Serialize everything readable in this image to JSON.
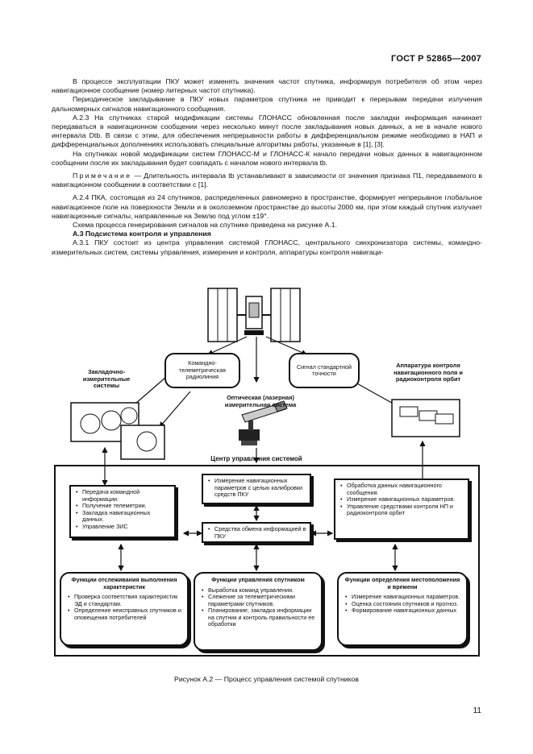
{
  "header": {
    "standard": "ГОСТ Р 52865—2007"
  },
  "paragraphs": {
    "p1": "В процессе эксплуатации ПКУ может изменять значения частот спутника, информируя потребителя об этом через навигационное сообщение (номер литерных частот спутника).",
    "p2": "Периодическое закладывание в ПКУ новых параметров спутника не приводит к перерывам передачи излучения дальномерных сигналов навигационного сообщения.",
    "p3": "А.2.3 На спутниках старой модификации системы ГЛОНАСС обновленная после закладки информация начинает передаваться в навигационном сообщении через несколько минут после закладывания новых данных, а не в начале нового интервала Dtb. В связи с этим, для обеспечения непрерывности работы в дифференциальном режиме необходимо в НАП и дифференциальных дополнениях использовать специальные алгоритмы работы, указанные в [1], [3].",
    "p4": "На спутниках новой модификации систем ГЛОНАСС-М и ГЛОНАСС-К начало передачи новых данных в навигационном сообщении после их закладывания будет совпадать с началом нового интервала tb.",
    "note_word": "Примечание",
    "note_text": "— Длительность интервала tb устанавливают в зависимости от значения признака П1, передаваемого в навигационном сообщении в соответствии с [1].",
    "p5": "А.2.4 ПКА, состоящая из 24 спутников, распределенных равномерно в пространстве, формирует непрерывное глобальное навигационное поле на поверхности Земли и в околоземном пространстве до высоты 2000 км, при этом каждый спутник излучает навигационные сигналы, направленные на Землю под углом ±19°.",
    "p6": "Схема процесса генерирования сигналов на спутнике приведена на рисунке А.1.",
    "section": "А.3 Подсистема контроля и управления",
    "p7": "А.3.1 ПКУ состоит из центра управления системой ГЛОНАСС, центрального синхронизатора системы, командно-измерительных систем, системы управления, измерения и контроля, аппаратуры контроля навигаци-"
  },
  "diagram": {
    "command_radio": "Командно-телеметрическая радиолиния",
    "std_signal": "Сигнал стандартной точности",
    "upload_systems": "Закладочно-измерительные системы",
    "nav_field_control": "Аппаратура контроля навигационного поля и радиоконтроля орбит",
    "optical_system": "Оптическая (лазерная) измерительная система",
    "control_center": "Центр управления системой",
    "left_box": [
      "Передача командной информации.",
      "Получение телеметрии.",
      "Закладка навигационных данных.",
      "Управление ЗИС"
    ],
    "top_center_box": [
      "Измерение навигационных параметров с целью калибровки средств ПКУ"
    ],
    "mid_center_box": [
      "Средства обмена информацией в ПКУ"
    ],
    "right_box": [
      "Обработка данных навигационного сообщения.",
      "Измерение навигационных параметров.",
      "Управление средствами контроля НП и радиоконтроля орбит"
    ],
    "func1_title": "Функции отслеживания выполнения характеристик",
    "func1_items": [
      "Проверка соответствия характеристик ЭД и стандартам.",
      "Определение неисправных спутников и оповещения потребителей"
    ],
    "func2_title": "Функции управления спутником",
    "func2_items": [
      "Выработка команд управления.",
      "Слежение за телеметрическими параметрами спутников.",
      "Планирование, закладка информации на спутник и контроль правильности ее обработки"
    ],
    "func3_title": "Функции определения местоположения и времени",
    "func3_items": [
      "Измерение навигационных параметров.",
      "Оценка состояния спутников и прогноз.",
      "Формирование навигационных данных"
    ]
  },
  "caption": "Рисунок А.2 — Процесс управления системой спутников",
  "page_number": "11"
}
